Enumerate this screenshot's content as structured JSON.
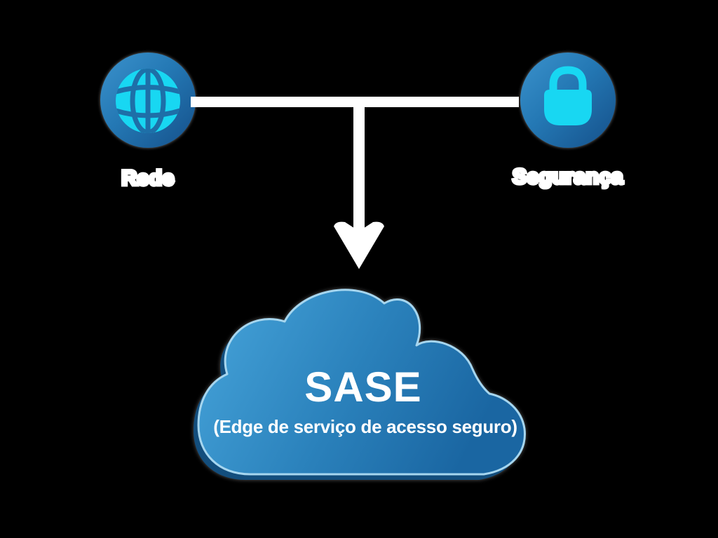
{
  "diagram": {
    "type": "concept-diagram",
    "language": "pt-BR",
    "topic": "SASE"
  },
  "nodes": {
    "network": {
      "label": "Rede",
      "icon": "globe-icon"
    },
    "security": {
      "label": "Segurança",
      "icon": "lock-icon"
    }
  },
  "connector": {
    "shape": "merge-arrow-down",
    "color": "#FFFFFF"
  },
  "cloud": {
    "title": "SASE",
    "subtitle": "(Edge de serviço de acesso seguro)"
  },
  "colors": {
    "background": "#000000",
    "node_circle_gradient_start": "#3B92CC",
    "node_circle_gradient_end": "#15508A",
    "icon_cyan": "#18D7F2",
    "globe_line_blue": "#1E6FA8",
    "cloud_gradient_start": "#47A5DB",
    "cloud_gradient_end": "#1A66A2",
    "cloud_outline": "#A6D6EF",
    "cloud_depth": "#134E7D",
    "text_white": "#FFFFFF"
  }
}
